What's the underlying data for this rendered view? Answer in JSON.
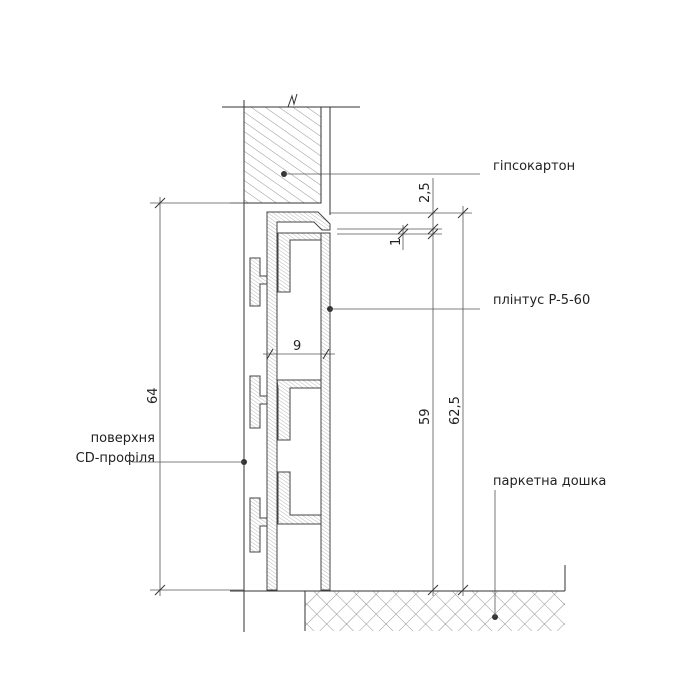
{
  "labels": {
    "gypsum": "гіпсокартон",
    "skirting": "плінтус P-5-60",
    "cd_surface_line1": "поверхня",
    "cd_surface_line2": "CD-профіля",
    "parquet": "паркетна дошка"
  },
  "dimensions": {
    "total_height": "64",
    "profile_height": "59",
    "overall_height": "62,5",
    "top_gap": "2,5",
    "lip_gap": "1",
    "depth": "9"
  }
}
